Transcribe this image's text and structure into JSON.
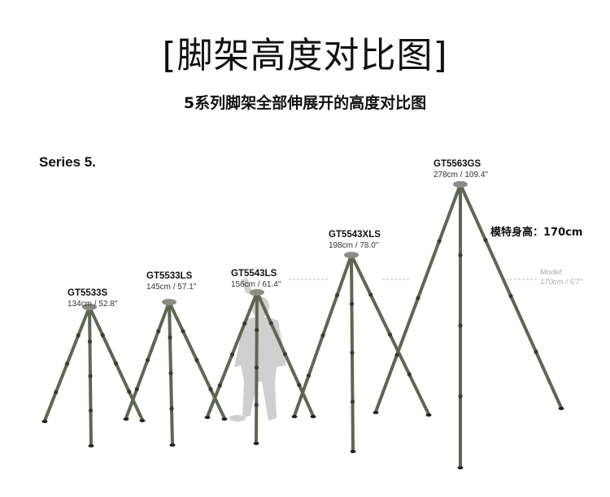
{
  "title": "[脚架高度对比图]",
  "subtitle": "5系列脚架全部伸展开的高度对比图",
  "series_label": "Series 5.",
  "tripods": [
    {
      "model": "GT5533S",
      "height": "134cm / 52.8\""
    },
    {
      "model": "GT5533LS",
      "height": "145cm / 57.1\""
    },
    {
      "model": "GT5543LS",
      "height": "156cm / 61.4\""
    },
    {
      "model": "GT5543XLS",
      "height": "198cm / 78.0\""
    },
    {
      "model": "GT5563GS",
      "height": "278cm / 109.4\""
    }
  ],
  "model_height_label": "模特身高：170cm",
  "model_note": {
    "line1": "Model:",
    "line2": "170cm / 5'7\""
  },
  "colors": {
    "leg": "#5f6652",
    "joint": "#3a3d35",
    "silhouette": "#cfcfcf"
  }
}
